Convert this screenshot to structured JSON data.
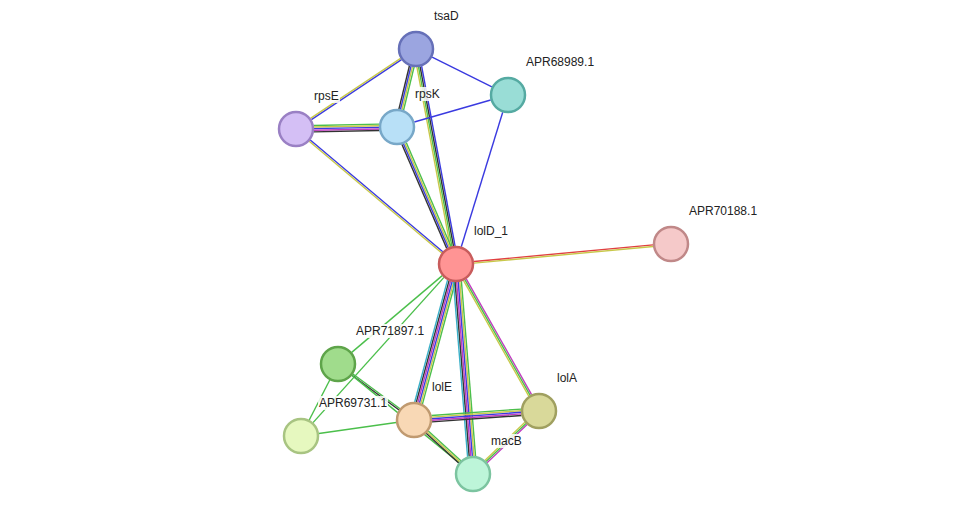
{
  "diagram": {
    "nodes": [
      {
        "text": [
          "tsaD"
        ]
      },
      {
        "text": [
          "APR68989.1"
        ]
      },
      {
        "text": [
          "rpsE"
        ]
      },
      {
        "text": [
          "rpsK"
        ]
      },
      {
        "text": [
          "APR70188.1"
        ]
      },
      {
        "text": [
          "lolD_1"
        ]
      },
      {
        "text": [
          "APR71897.1"
        ]
      },
      {
        "text": [
          "lolA"
        ]
      },
      {
        "text": [
          "lolE"
        ]
      },
      {
        "text": [
          "APR69731.1"
        ]
      },
      {
        "text": [
          "macB"
        ]
      }
    ],
    "edges": [
      {
        "from": 0,
        "to": 1,
        "arrow": "none"
      },
      {
        "from": 0,
        "to": 2,
        "arrow": "none"
      },
      {
        "from": 0,
        "to": 3,
        "arrow": "none"
      },
      {
        "from": 0,
        "to": 5,
        "arrow": "none"
      },
      {
        "from": 2,
        "to": 3,
        "arrow": "none"
      },
      {
        "from": 3,
        "to": 1,
        "arrow": "none"
      },
      {
        "from": 1,
        "to": 5,
        "arrow": "none"
      },
      {
        "from": 2,
        "to": 5,
        "arrow": "none"
      },
      {
        "from": 3,
        "to": 5,
        "arrow": "none"
      },
      {
        "from": 5,
        "to": 4,
        "arrow": "none"
      },
      {
        "from": 5,
        "to": 6,
        "arrow": "none"
      },
      {
        "from": 5,
        "to": 9,
        "arrow": "none"
      },
      {
        "from": 5,
        "to": 8,
        "arrow": "none"
      },
      {
        "from": 5,
        "to": 7,
        "arrow": "none"
      },
      {
        "from": 5,
        "to": 10,
        "arrow": "none"
      },
      {
        "from": 6,
        "to": 8,
        "arrow": "none"
      },
      {
        "from": 6,
        "to": 10,
        "arrow": "none"
      },
      {
        "from": 6,
        "to": 9,
        "arrow": "none"
      },
      {
        "from": 9,
        "to": 8,
        "arrow": "none"
      },
      {
        "from": 8,
        "to": 7,
        "arrow": "none"
      },
      {
        "from": 8,
        "to": 10,
        "arrow": "none"
      },
      {
        "from": 7,
        "to": 10,
        "arrow": "none"
      }
    ]
  }
}
